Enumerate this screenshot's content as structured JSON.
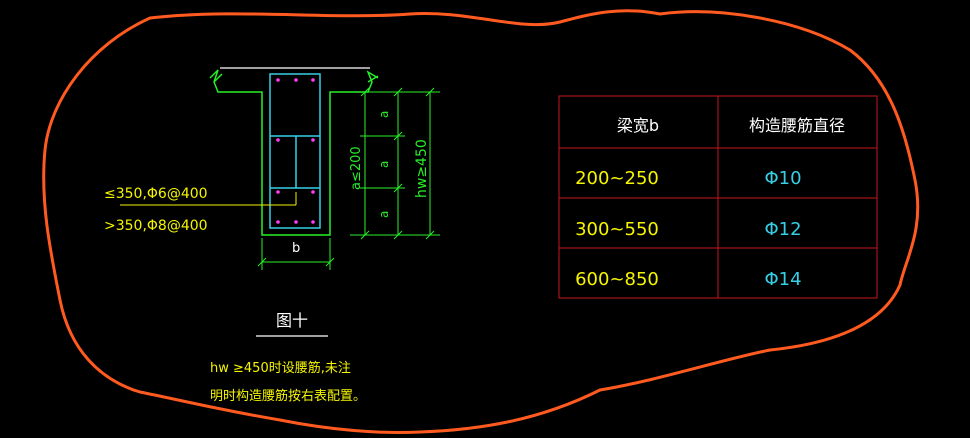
{
  "colors": {
    "background": "#000000",
    "cloud": "#ff5a1f",
    "table_border": "#c8161e",
    "yellow": "#f5f500",
    "cyan": "#36d0e6",
    "green": "#28f028",
    "white": "#ffffff",
    "magenta": "#ff3df5"
  },
  "detail": {
    "width_label": "b",
    "dim_a": "a",
    "dim_spacing": "a≤200",
    "dim_height": "hw≥450",
    "rebar_note_1": "≤350,Φ6@400",
    "rebar_note_2": ">350,Φ8@400",
    "figure_title": "图十",
    "note_line_1": "hw ≥450时设腰筋,未注",
    "note_line_2": "明时构造腰筋按右表配置。"
  },
  "table": {
    "headers": [
      "梁宽b",
      "构造腰筋直径"
    ],
    "rows": [
      [
        "200~250",
        "Φ10"
      ],
      [
        "300~550",
        "Φ12"
      ],
      [
        "600~850",
        "Φ14"
      ]
    ]
  },
  "icons": [
    "revision-cloud",
    "beam-section",
    "stirrup",
    "dimension-arrow",
    "break-mark"
  ]
}
